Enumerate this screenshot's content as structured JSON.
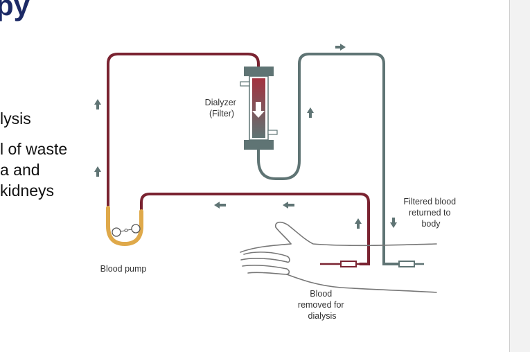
{
  "slide": {
    "title_fragment": "py",
    "bullets": [
      "lysis",
      "l of waste",
      "a and",
      "kidneys"
    ]
  },
  "diagram": {
    "dialyzer_label": [
      "Dialyzer",
      "(Filter)"
    ],
    "blood_pump_label": "Blood pump",
    "filtered_blood_label": [
      "Filtered blood",
      "returned to",
      "body"
    ],
    "blood_removed_label": [
      "Blood",
      "removed for",
      "dialysis"
    ]
  },
  "colors": {
    "title": "#1c2a66",
    "arterial_line": "#7a2331",
    "venous_line": "#5f7474",
    "pump": "#dfa94a",
    "arrow": "#5f7474"
  }
}
